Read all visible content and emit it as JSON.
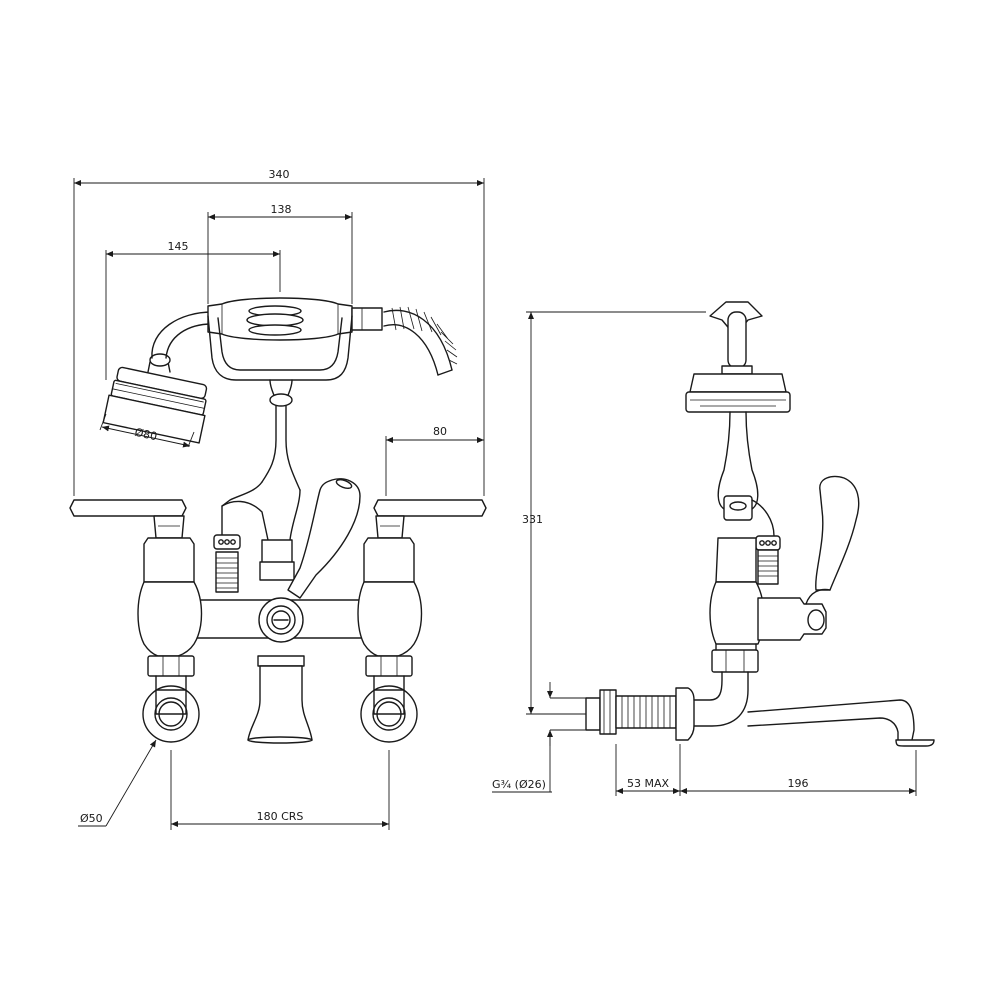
{
  "dimensions": {
    "overall_width": "340",
    "handle_length": "138",
    "cradle_offset": "145",
    "head_diameter": "Ø80",
    "lever_offset": "80",
    "outlet_diameter": "Ø50",
    "centres": "180 CRS",
    "height": "331",
    "thread": "G¾ (Ø26)",
    "wall_depth": "53 MAX",
    "spout_projection": "196"
  },
  "colors": {
    "line": "#1a1a1a",
    "background": "#ffffff"
  }
}
